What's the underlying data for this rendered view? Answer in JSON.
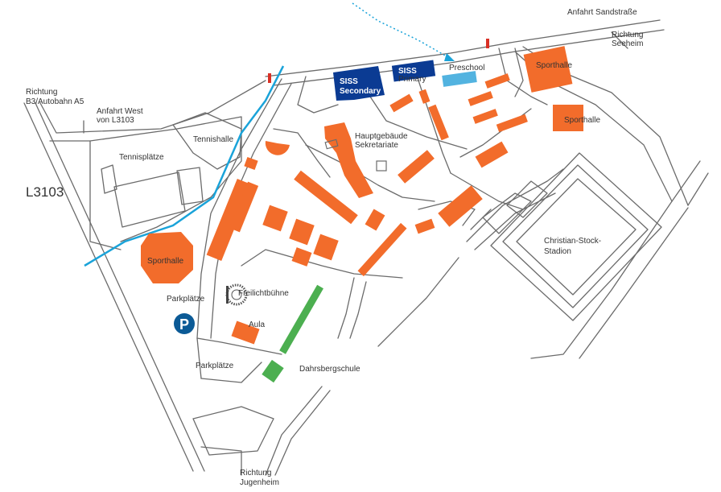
{
  "labels": {
    "anfahrt_sandstrasse": "Anfahrt Sandstraße",
    "richtung_seeheim": [
      "Richtung",
      "Seeheim"
    ],
    "richtung_b3": [
      "Richtung",
      "B3/Autobahn A5"
    ],
    "anfahrt_west": [
      "Anfahrt West",
      "von L3103"
    ],
    "l3103": "L3103",
    "tennishalle": "Tennishalle",
    "tennisplaetze": "Tennisplätze",
    "sporthalle_west": "Sporthalle",
    "sporthalle_ne1": "Sporthalle",
    "sporthalle_ne2": "Sporthalle",
    "siss_secondary": [
      "SISS",
      "Secondary"
    ],
    "siss_primary": [
      "SISS",
      "Primary"
    ],
    "preschool": "Preschool",
    "hauptgebaeude": [
      "Hauptgebäude",
      "Sekretariate"
    ],
    "stadion": [
      "Christian-Stock-",
      "Stadion"
    ],
    "parkplaetze_1": "Parkplätze",
    "parkplaetze_2": "Parkplätze",
    "freilichtbuehne": "Freilichtbühne",
    "aula": "Aula",
    "dahrsbergschule": "Dahrsbergschule",
    "richtung_jugenheim": [
      "Richtung",
      "Jugenheim"
    ],
    "parking_symbol": "P"
  },
  "colors": {
    "school_buildings": "#f26c2b",
    "siss": "#0b3b93",
    "preschool": "#52b3e0",
    "dahrsbergschule": "#4caf50",
    "stream": "#1aa3d9",
    "parking": "#0b5a96",
    "entry_marker": "#d93025"
  }
}
